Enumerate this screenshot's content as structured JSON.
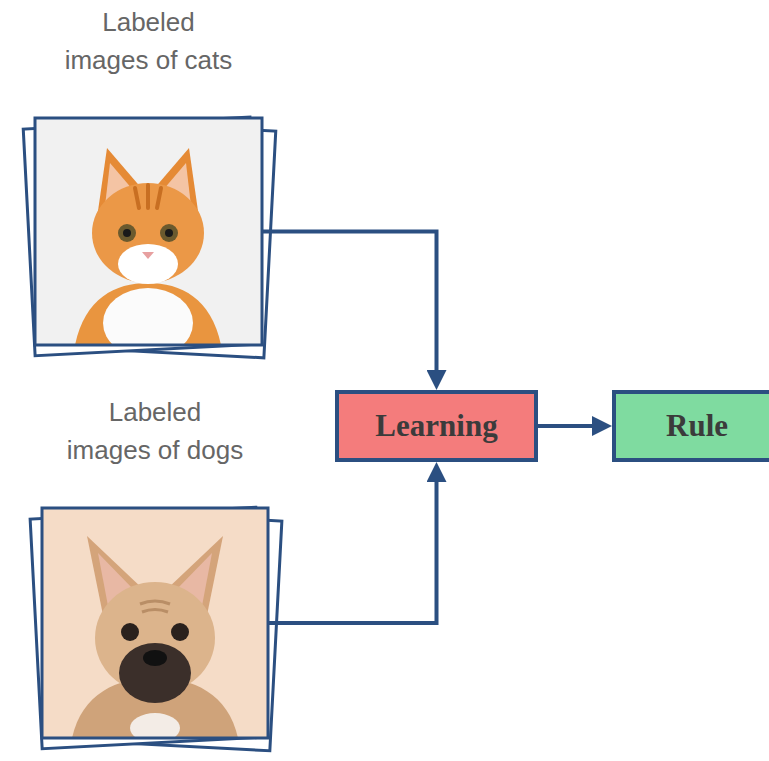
{
  "diagram": {
    "nodes": [
      {
        "text": [
          "Labeled images of cats"
        ]
      },
      {
        "text": [
          "Labeled images of dogs"
        ]
      },
      {
        "text": [
          "Learning"
        ]
      },
      {
        "text": [
          "Rule"
        ]
      }
    ],
    "edges": [
      {
        "from": 0,
        "to": 2,
        "arrow": "to"
      },
      {
        "from": 1,
        "to": 2,
        "arrow": "to"
      },
      {
        "from": 2,
        "to": 3,
        "arrow": "to"
      }
    ]
  }
}
